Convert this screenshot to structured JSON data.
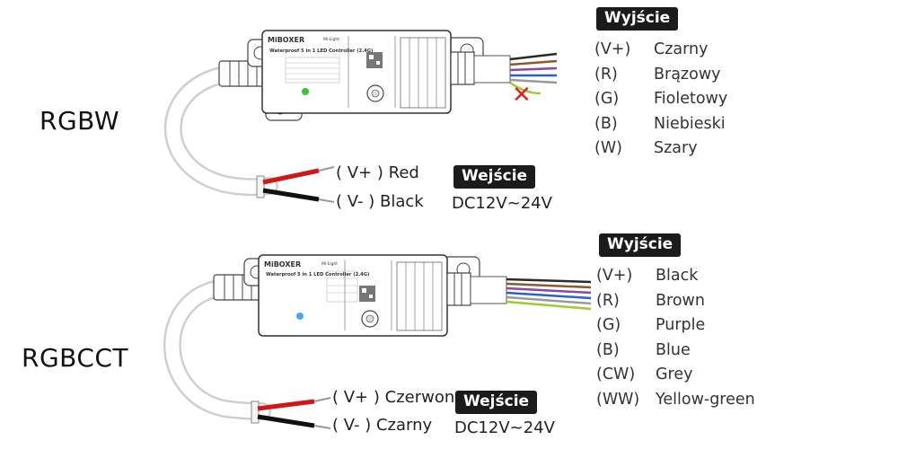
{
  "sections": [
    {
      "mode": "RGBW",
      "output": {
        "title": "Wyjście",
        "channels": [
          {
            "code": "(V+)",
            "color": "Czarny"
          },
          {
            "code": "(R)",
            "color": "Brązowy"
          },
          {
            "code": "(G)",
            "color": "Fioletowy"
          },
          {
            "code": "(B)",
            "color": "Niebieski"
          },
          {
            "code": "(W)",
            "color": "Szary"
          }
        ]
      },
      "input": {
        "title": "Wejście",
        "voltage": "DC12V~24V",
        "pos_label": "( V+ )",
        "pos_color": "Red",
        "neg_label": "( V- )",
        "neg_color": "Black"
      },
      "device": {
        "brand": "MiBOXER",
        "series": "Mi-Light",
        "title": "Waterproof 5 in 1 LED Controller (2.4G)",
        "indicator_color": "#3fc13f",
        "unused_wire_mark": "✕"
      }
    },
    {
      "mode": "RGBCCT",
      "output": {
        "title": "Wyjście",
        "channels": [
          {
            "code": "(V+)",
            "color": "Black"
          },
          {
            "code": "(R)",
            "color": "Brown"
          },
          {
            "code": "(G)",
            "color": "Purple"
          },
          {
            "code": "(B)",
            "color": "Blue"
          },
          {
            "code": "(CW)",
            "color": "Grey"
          },
          {
            "code": "(WW)",
            "color": "Yellow-green"
          }
        ]
      },
      "input": {
        "title": "Wejście",
        "voltage": "DC12V~24V",
        "pos_label": "( V+ )",
        "pos_color": "Czerwony",
        "neg_label": "( V- )",
        "neg_color": "Czarny"
      },
      "device": {
        "brand": "MiBOXER",
        "series": "Mi-Light",
        "title": "Waterproof 5 in 1 LED Controller (2.4G)",
        "indicator_color": "#4aa8e8"
      }
    }
  ],
  "colors": {
    "wire_red": "#d01818",
    "wire_black": "#111111",
    "wire_black_out": "#2a2a2a",
    "wire_brown": "#8a5a2b",
    "wire_purple": "#8e44ad",
    "wire_blue": "#2c5fd6",
    "wire_grey": "#9a9a9a",
    "wire_yellow_green": "#9acd32",
    "mark_red": "#e02020"
  }
}
